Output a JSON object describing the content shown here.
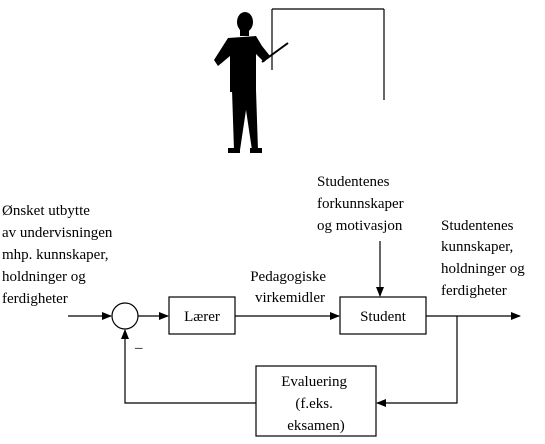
{
  "illustration": {
    "icon": "teacher-at-board-icon"
  },
  "diagram": {
    "input_label": [
      "Ønsket utbytte",
      "av undervisningen",
      "mhp. kunnskaper,",
      "holdninger og",
      "ferdigheter"
    ],
    "summing_sign": "–",
    "teacher_box": "Lærer",
    "teacher_output_label": [
      "Pedagogiske",
      "virkemidler"
    ],
    "student_input_label": [
      "Studentenes",
      "forkunnskaper",
      "og motivasjon"
    ],
    "student_box": "Student",
    "output_label": [
      "Studentenes",
      "kunnskaper,",
      "holdninger og",
      "ferdigheter"
    ],
    "evaluation_box": [
      "Evaluering",
      "(f.eks.",
      "eksamen)"
    ]
  }
}
